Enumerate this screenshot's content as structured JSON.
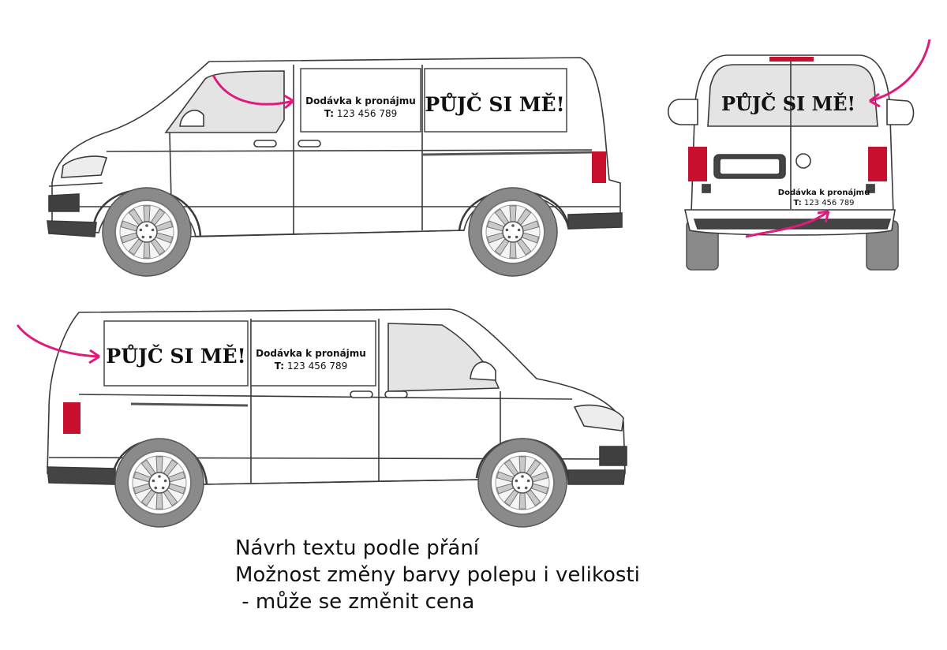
{
  "signage": {
    "headline": "PŮJČ SI MĚ!",
    "subtitle": "Dodávka k pronájmu",
    "phone_prefix": "T:",
    "phone": "123 456 789"
  },
  "notes": {
    "line1": "Návrh textu podle přání",
    "line2": "Možnost změny barvy polepu i velikosti",
    "line3": " - může se změnit cena"
  },
  "colors": {
    "accent_arrow": "#e0197d",
    "tail_light": "#c8102e",
    "tyre": "#8a8a8a",
    "outline": "#3a3a3a",
    "glass": "#e4e4e4"
  }
}
